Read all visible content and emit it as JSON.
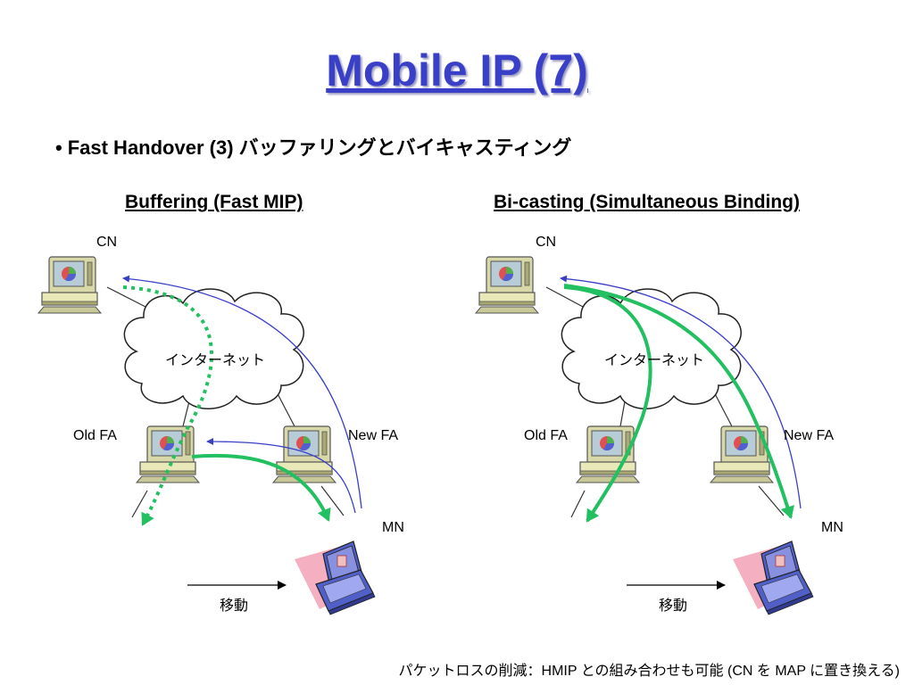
{
  "slide": {
    "title": "Mobile IP (7)",
    "bullet": "Fast Handover (3) バッファリングとバイキャスティング",
    "footnote": "パケットロスの削減：HMIP との組み合わせも可能 (CN を MAP に置き換える)"
  },
  "left_diagram": {
    "heading": "Buffering (Fast MIP)",
    "cn_label": "CN",
    "cloud_label": "インターネット",
    "old_fa_label": "Old FA",
    "new_fa_label": "New FA",
    "mn_label": "MN",
    "move_label": "移動"
  },
  "right_diagram": {
    "heading": "Bi-casting (Simultaneous Binding)",
    "cn_label": "CN",
    "cloud_label": "インターネット",
    "old_fa_label": "Old FA",
    "new_fa_label": "New FA",
    "mn_label": "MN",
    "move_label": "移動"
  },
  "colors": {
    "title": "#3a3fc8",
    "green_path": "#22c060",
    "blue_path": "#3a3fc8"
  }
}
